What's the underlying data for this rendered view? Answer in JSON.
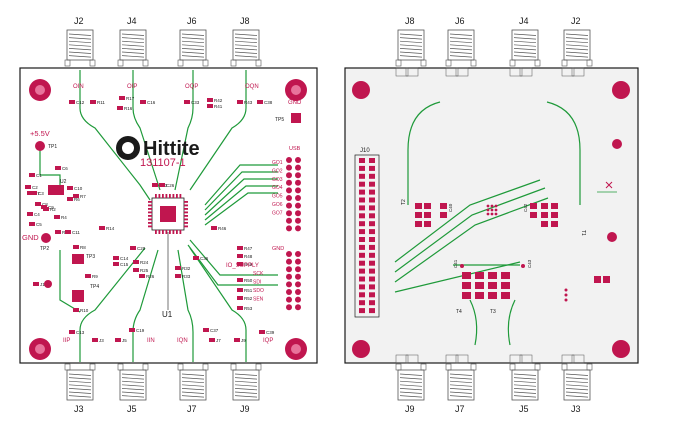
{
  "colors": {
    "trace": "#1f9a3a",
    "pad": "#c0164f",
    "ink": "#1a1a1a",
    "silk": "#c0164f",
    "board_fill": "#ffffff",
    "bottom_fill": "#f2f2f2",
    "connector": "#555555"
  },
  "top_board": {
    "connectors_top": [
      "J2",
      "J4",
      "J6",
      "J8"
    ],
    "connectors_bottom": [
      "J3",
      "J5",
      "J7",
      "J9"
    ],
    "signal_labels_top": [
      "OIN",
      "OIP",
      "OQP",
      "OQN"
    ],
    "signal_labels_bottom": [
      "IIP",
      "IIN",
      "IQN",
      "IQP"
    ],
    "logo_text": "Hittite",
    "board_number": "131107-1",
    "power_label": "+5.5V",
    "gnd_label_left": "GND",
    "gnd_label_top_right": "GND",
    "gnd_label_mid_right": "GND",
    "tp5_label": "TP5",
    "tp1_label": "TP1",
    "tp2_label": "TP2",
    "tp3_label": "TP3",
    "tp4_label": "TP4",
    "usb_label": "USB",
    "gpio_labels": [
      "GO1",
      "GO2",
      "GO3",
      "GO4",
      "GO5",
      "GO6",
      "GO7"
    ],
    "io_supply_label": "IO_SUPPLY",
    "spi_labels": [
      "SCK",
      "SDI",
      "SDO",
      "SEN"
    ],
    "u1_label": "U1",
    "u2_label": "U2",
    "components": [
      "C12",
      "R11",
      "C16",
      "R17",
      "R16",
      "C33",
      "R42",
      "R41",
      "R43",
      "C38",
      "C6",
      "C1",
      "C7",
      "C8",
      "C9",
      "C10",
      "R7",
      "R6",
      "R2",
      "C2",
      "C3",
      "C4",
      "R4",
      "C5",
      "R5",
      "C11",
      "R8",
      "R9",
      "R10",
      "J1",
      "C13",
      "J3c",
      "J5c",
      "C19",
      "C37",
      "J7c",
      "J9c",
      "C39",
      "C20",
      "C14",
      "C15",
      "R24",
      "R25",
      "R26",
      "R32",
      "R33",
      "C36",
      "R46",
      "R47",
      "R48",
      "R49",
      "R50",
      "R51",
      "R52",
      "R53",
      "R14",
      "C23",
      "C26"
    ]
  },
  "bottom_board": {
    "connectors_top": [
      "J8",
      "J6",
      "J4",
      "J2"
    ],
    "connectors_bottom": [
      "J9",
      "J7",
      "J5",
      "J3"
    ],
    "header_label": "J10",
    "transformer_labels": [
      "T2",
      "T1",
      "T4",
      "T3"
    ],
    "cap_labels": [
      "C40",
      "C42",
      "C41",
      "C43"
    ]
  }
}
